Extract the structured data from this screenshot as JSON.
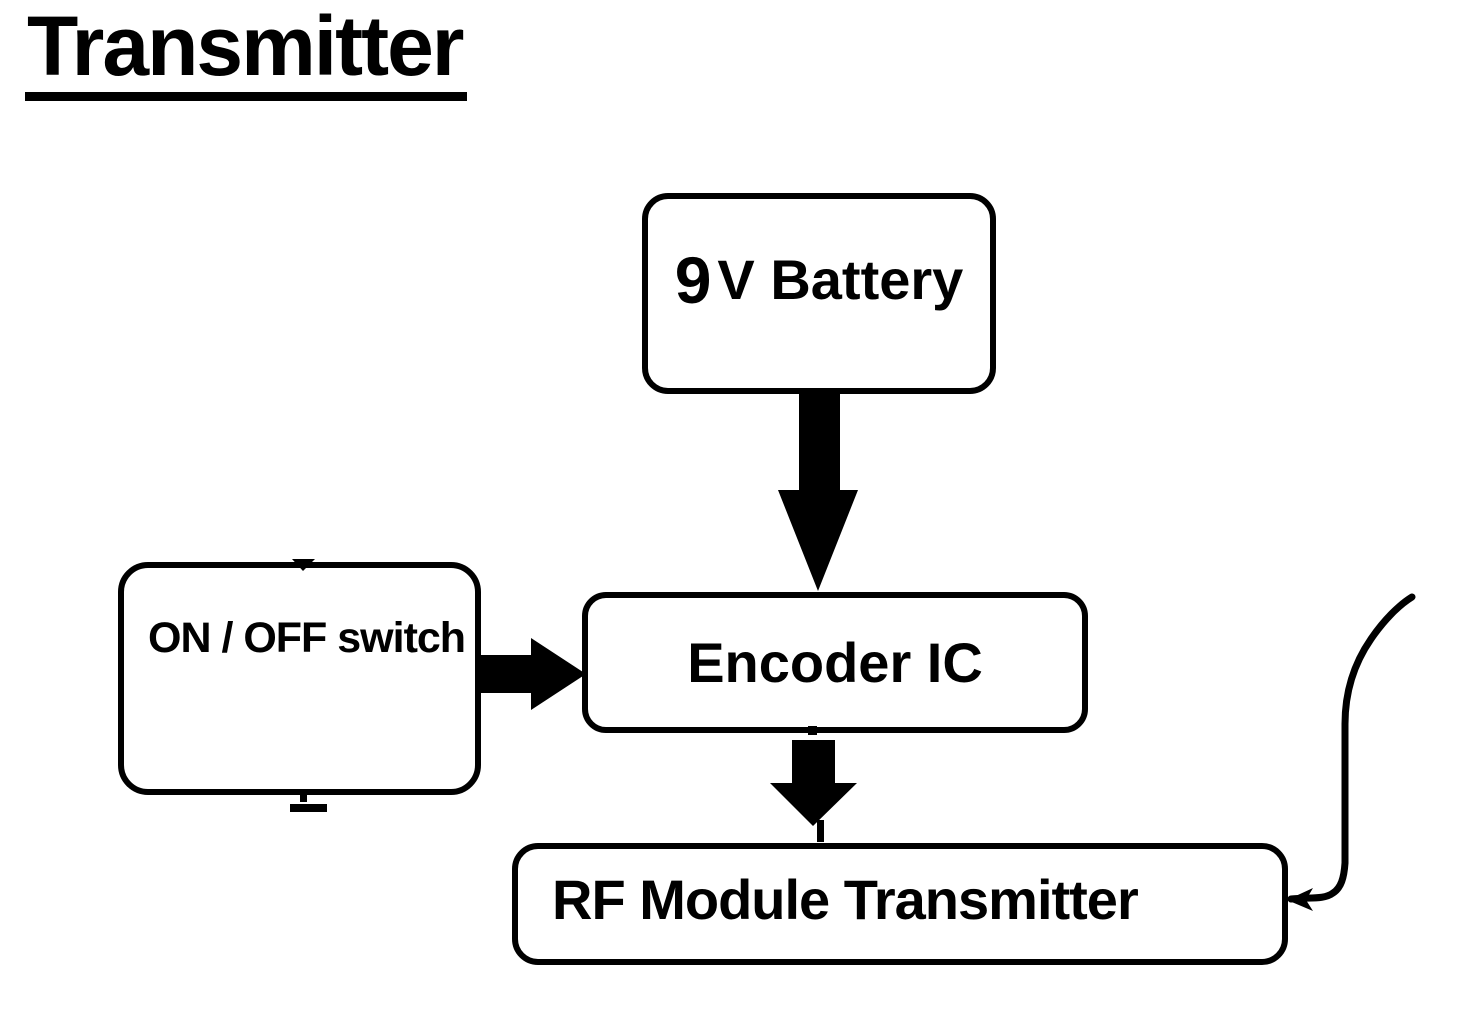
{
  "title": "Transmitter",
  "colors": {
    "ink": "#000000",
    "background": "#ffffff"
  },
  "nodes": {
    "battery": {
      "label_lead": "9",
      "label_rest": "V Battery"
    },
    "switch": {
      "label": "ON / OFF switch"
    },
    "encoder": {
      "label": "Encoder IC"
    },
    "rf": {
      "label": "RF Module Transmitter"
    }
  },
  "connections": [
    {
      "from": "9 V Battery",
      "to": "Encoder IC",
      "style": "thick-block-arrow-down"
    },
    {
      "from": "ON / OFF switch",
      "to": "Encoder IC",
      "style": "thick-block-arrow-right"
    },
    {
      "from": "Encoder IC",
      "to": "RF Module Transmitter",
      "style": "thick-block-arrow-down"
    },
    {
      "from": "RF Module Transmitter",
      "to": "antenna-wire",
      "style": "curved-wire"
    }
  ]
}
